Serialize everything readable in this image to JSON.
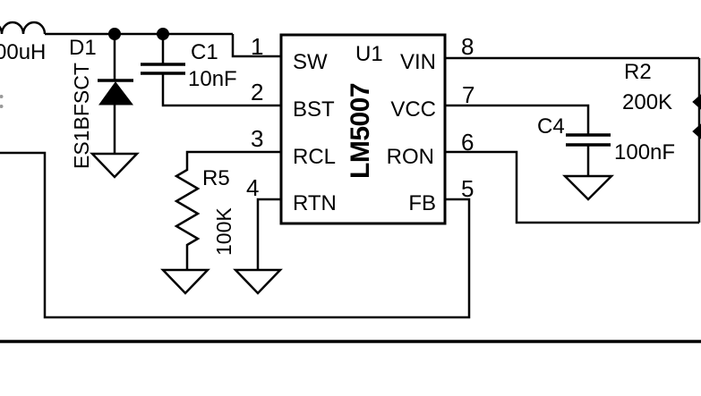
{
  "components": {
    "l1": {
      "value": "00uH"
    },
    "d1": {
      "ref": "D1",
      "part": "ES1BFSCT"
    },
    "c1": {
      "ref": "C1",
      "value": "10nF"
    },
    "u1": {
      "ref": "U1",
      "part": "LM5007"
    },
    "r5": {
      "ref": "R5",
      "value": "100K"
    },
    "c4": {
      "ref": "C4",
      "value": "100nF"
    },
    "r2": {
      "ref": "R2",
      "value": "200K"
    }
  },
  "u1_pins": {
    "left": [
      {
        "num": "1",
        "name": "SW"
      },
      {
        "num": "2",
        "name": "BST"
      },
      {
        "num": "3",
        "name": "RCL"
      },
      {
        "num": "4",
        "name": "RTN"
      }
    ],
    "right": [
      {
        "num": "8",
        "name": "VIN"
      },
      {
        "num": "7",
        "name": "VCC"
      },
      {
        "num": "6",
        "name": "RON"
      },
      {
        "num": "5",
        "name": "FB"
      }
    ]
  },
  "colors": {
    "line": "#000000",
    "background": "#ffffff"
  }
}
